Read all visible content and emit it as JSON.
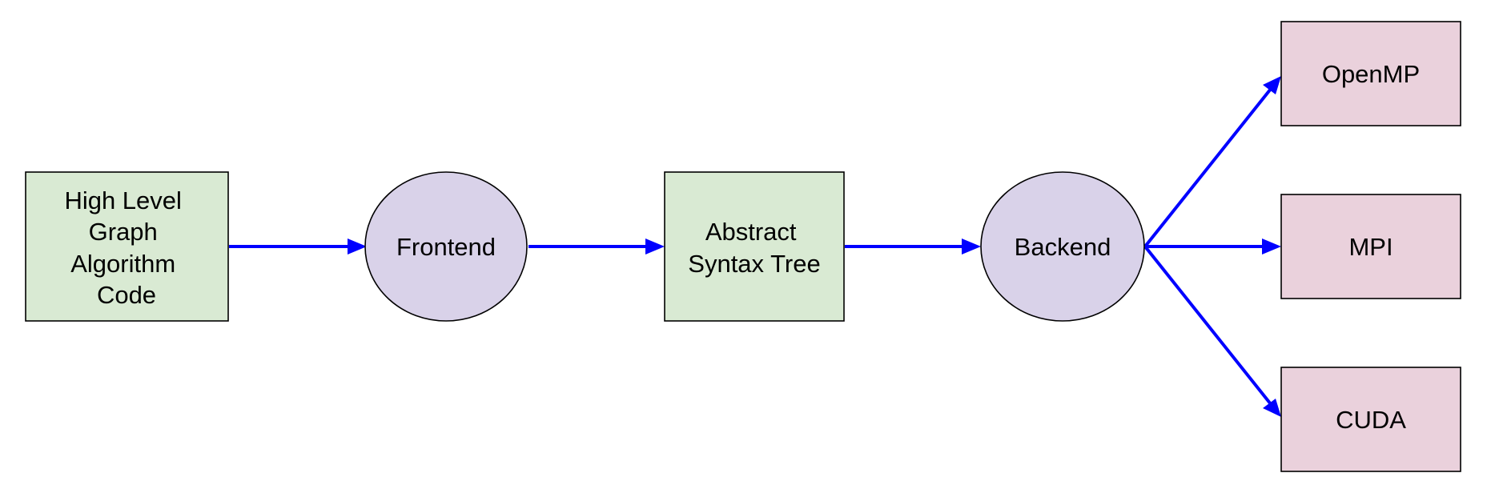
{
  "nodes": {
    "input_code": {
      "lines": [
        "High Level",
        "Graph",
        "Algorithm",
        "Code"
      ],
      "shape": "rectangle",
      "fill": "#d9ead3"
    },
    "frontend": {
      "lines": [
        "Frontend"
      ],
      "shape": "ellipse",
      "fill": "#d9d2e9"
    },
    "ast": {
      "lines": [
        "Abstract",
        "Syntax Tree"
      ],
      "shape": "rectangle",
      "fill": "#d9ead3"
    },
    "backend": {
      "lines": [
        "Backend"
      ],
      "shape": "ellipse",
      "fill": "#d9d2e9"
    },
    "openmp": {
      "lines": [
        "OpenMP"
      ],
      "shape": "rectangle",
      "fill": "#ead1dc"
    },
    "mpi": {
      "lines": [
        "MPI"
      ],
      "shape": "rectangle",
      "fill": "#ead1dc"
    },
    "cuda": {
      "lines": [
        "CUDA"
      ],
      "shape": "rectangle",
      "fill": "#ead1dc"
    }
  },
  "edges": [
    {
      "from": "input_code",
      "to": "frontend"
    },
    {
      "from": "frontend",
      "to": "ast"
    },
    {
      "from": "ast",
      "to": "backend"
    },
    {
      "from": "backend",
      "to": "openmp"
    },
    {
      "from": "backend",
      "to": "mpi"
    },
    {
      "from": "backend",
      "to": "cuda"
    }
  ],
  "colors": {
    "edge": "#0000ff",
    "border": "#000000",
    "background": "#ffffff"
  }
}
